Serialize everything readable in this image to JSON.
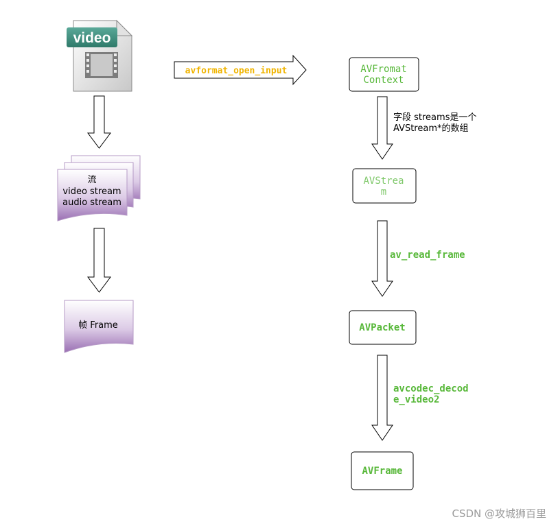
{
  "left_flow": {
    "file_icon_label": "video",
    "streams_label_line1": "流",
    "streams_label_line2": "video stream",
    "streams_label_line3": "audio stream",
    "frame_label": "帧 Frame"
  },
  "connector": {
    "label": "avformat_open_input"
  },
  "right_flow": {
    "node1_line1": "AVFromat",
    "node1_line2": "Context",
    "edge1_note_line1": "字段 streams是一个",
    "edge1_note_line2": "AVStream*的数组",
    "node2_line1": "AVStrea",
    "node2_line2": "m",
    "edge2_label": "av_read_frame",
    "node3_label": "AVPacket",
    "edge3_line1": "avcodec_decod",
    "edge3_line2": "e_video2",
    "node4_label": "AVFrame"
  },
  "watermark": "CSDN @攻城狮百里",
  "colors": {
    "node_text_green": "#58b83a",
    "connector_text_orange": "#f0b400",
    "purple_doc": "#a57fbd",
    "file_tag_teal": "#3f8f80"
  }
}
